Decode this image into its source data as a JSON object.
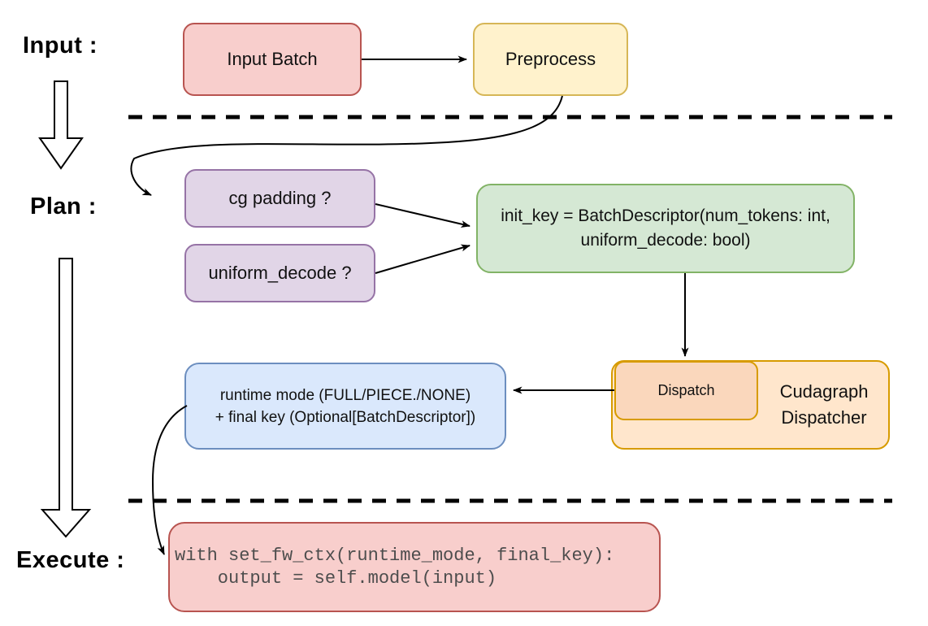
{
  "labels": {
    "input": "Input :",
    "plan": "Plan :",
    "execute": "Execute :"
  },
  "boxes": {
    "input_batch": "Input Batch",
    "preprocess": "Preprocess",
    "cg_padding": "cg padding ?",
    "uniform_decode": "uniform_decode ?",
    "init_key_line1": "init_key = BatchDescriptor(num_tokens: int,",
    "init_key_line2": "uniform_decode: bool)",
    "runtime_line1": "runtime mode (FULL/PIECE./NONE)",
    "runtime_line2": "+ final key (Optional[BatchDescriptor])",
    "dispatch": "Dispatch",
    "dispatcher_line1": "Cudagraph",
    "dispatcher_line2": "Dispatcher",
    "code_line1": "with set_fw_ctx(runtime_mode, final_key):",
    "code_line2": "    output = self.model(input)"
  },
  "colors": {
    "red-fill": "#f8cecc",
    "red-stroke": "#b85450",
    "yellow-fill": "#fff2cc",
    "yellow-stroke": "#d6b656",
    "purple-fill": "#e1d5e7",
    "purple-stroke": "#9673a6",
    "green-fill": "#d5e8d4",
    "green-stroke": "#82b366",
    "blue-fill": "#dae8fc",
    "blue-stroke": "#6c8ebf",
    "orange-fill": "#ffe6cc",
    "orange-inner-fill": "#fad7bc",
    "orange-stroke": "#d79b00",
    "arrow": "#000000",
    "code-text": "#4d4d4d"
  }
}
